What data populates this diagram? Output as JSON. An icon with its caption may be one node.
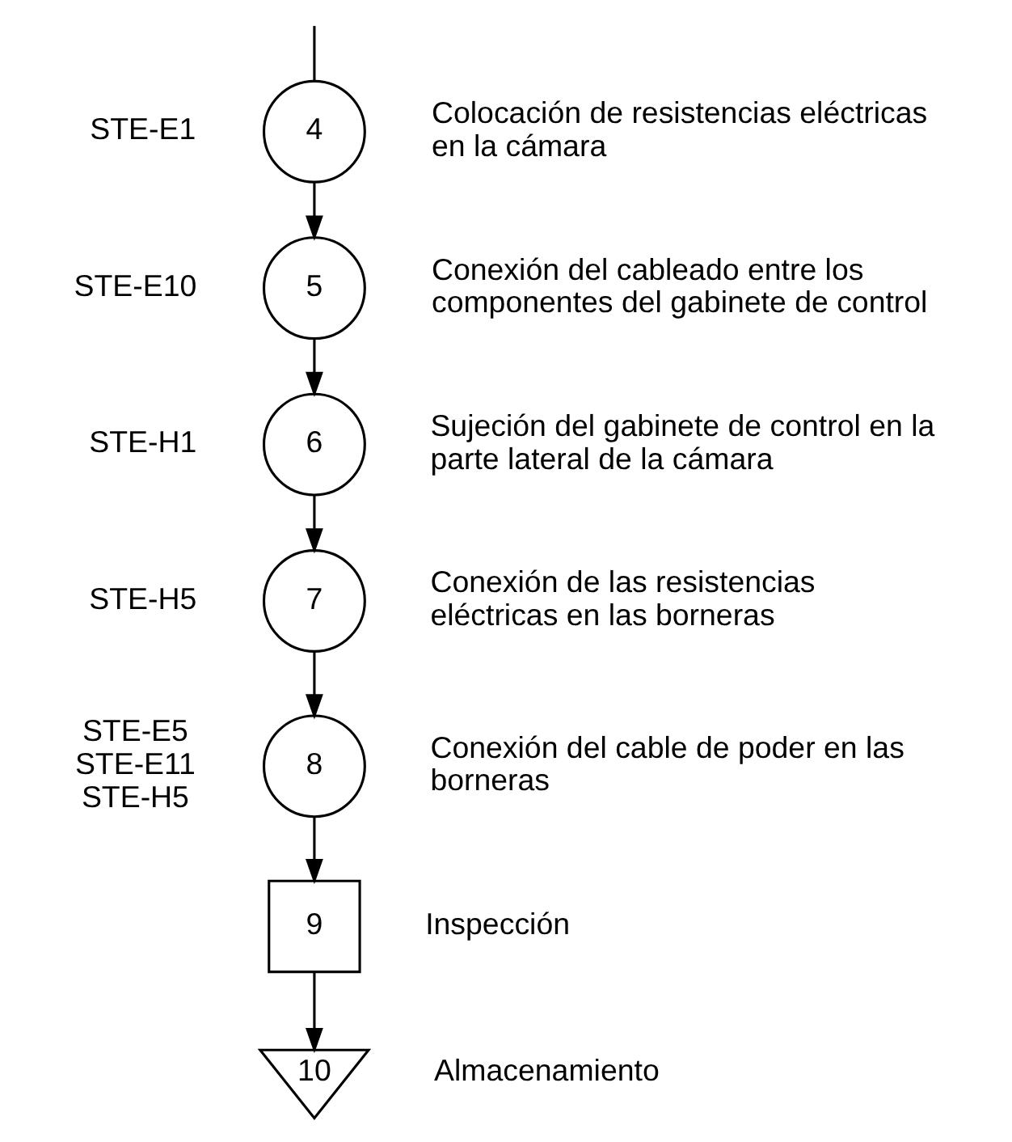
{
  "diagram": {
    "nodes": [
      {
        "text": [
          "4"
        ],
        "beside": [
          "STE-E1",
          "Colocación de resistencias eléctricas en la cámara"
        ]
      },
      {
        "text": [
          "5"
        ],
        "beside": [
          "STE-E10",
          "Conexión del cableado entre los componentes del gabinete de control"
        ]
      },
      {
        "text": [
          "6"
        ],
        "beside": [
          "STE-H1",
          "Sujeción del gabinete de control en la parte lateral de la cámara"
        ]
      },
      {
        "text": [
          "7"
        ],
        "beside": [
          "STE-H5",
          "Conexión de las resistencias eléctricas en las borneras"
        ]
      },
      {
        "text": [
          "8"
        ],
        "beside": [
          "STE-E5",
          "STE-E11",
          "STE-H5",
          "Conexión del cable de poder en las borneras"
        ]
      },
      {
        "text": [
          "9"
        ],
        "beside": [
          "Inspección"
        ]
      },
      {
        "text": [
          "10"
        ],
        "beside": [
          "Almacenamiento"
        ]
      }
    ],
    "edges": [
      {
        "from": null,
        "to": 0,
        "arrow": "none"
      },
      {
        "from": 0,
        "to": 1,
        "arrow": "to"
      },
      {
        "from": 1,
        "to": 2,
        "arrow": "to"
      },
      {
        "from": 2,
        "to": 3,
        "arrow": "to"
      },
      {
        "from": 3,
        "to": 4,
        "arrow": "to"
      },
      {
        "from": 4,
        "to": 5,
        "arrow": "to"
      },
      {
        "from": 5,
        "to": 6,
        "arrow": "to"
      }
    ]
  }
}
